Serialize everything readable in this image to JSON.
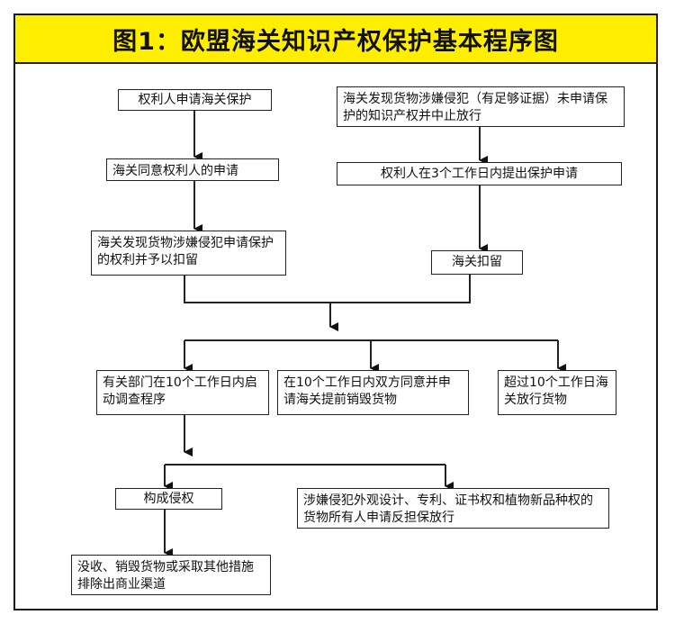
{
  "title": "图1：欧盟海关知识产权保护基本程序图",
  "colors": {
    "title_bg": "#ffee00",
    "border": "#1a1a1a",
    "line": "#222222"
  },
  "boxes": {
    "b1": "权利人申请海关保护",
    "b2": "海关同意权利人的申请",
    "b3": "海关发现货物涉嫌侵犯申请保护的权利并予以扣留",
    "b4": "海关发现货物涉嫌侵犯（有足够证据）未申请保护的知识产权并中止放行",
    "b5": "权利人在3个工作日内提出保护申请",
    "b6": "海关扣留",
    "b7": "有关部门在10个工作日内启动调查程序",
    "b8": "在10个工作日内双方同意并申请海关提前销毁货物",
    "b9": "超过10个工作日海关放行货物",
    "b10": "构成侵权",
    "b11": "涉嫌侵犯外观设计、专利、证书权和植物新品种权的货物所有人申请反担保放行",
    "b12": "没收、销毁货物或采取其他措施排除出商业渠道"
  }
}
